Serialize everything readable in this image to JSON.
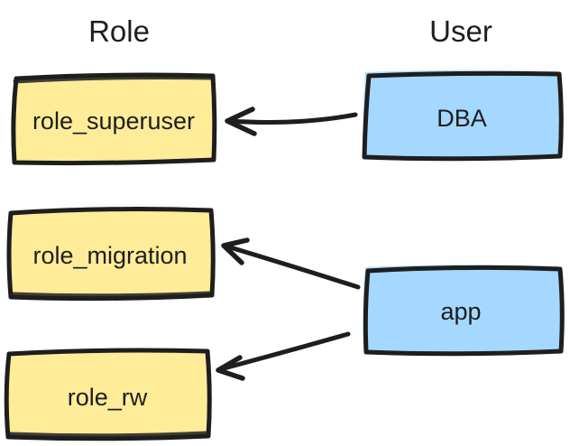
{
  "diagram": {
    "background_color": "#ffffff",
    "stroke_color": "#1e1e1e",
    "headings": {
      "role": "Role",
      "user": "User"
    },
    "nodes": {
      "role_superuser": {
        "label": "role_superuser",
        "type": "role",
        "fill": "#ffec99"
      },
      "role_migration": {
        "label": "role_migration",
        "type": "role",
        "fill": "#ffec99"
      },
      "role_rw": {
        "label": "role_rw",
        "type": "role",
        "fill": "#ffec99"
      },
      "dba": {
        "label": "DBA",
        "type": "user",
        "fill": "#a5d8ff"
      },
      "app": {
        "label": "app",
        "type": "user",
        "fill": "#a5d8ff"
      }
    },
    "edges": [
      {
        "from": "DBA",
        "to": "role_superuser"
      },
      {
        "from": "app",
        "to": "role_migration"
      },
      {
        "from": "app",
        "to": "role_rw"
      }
    ]
  }
}
